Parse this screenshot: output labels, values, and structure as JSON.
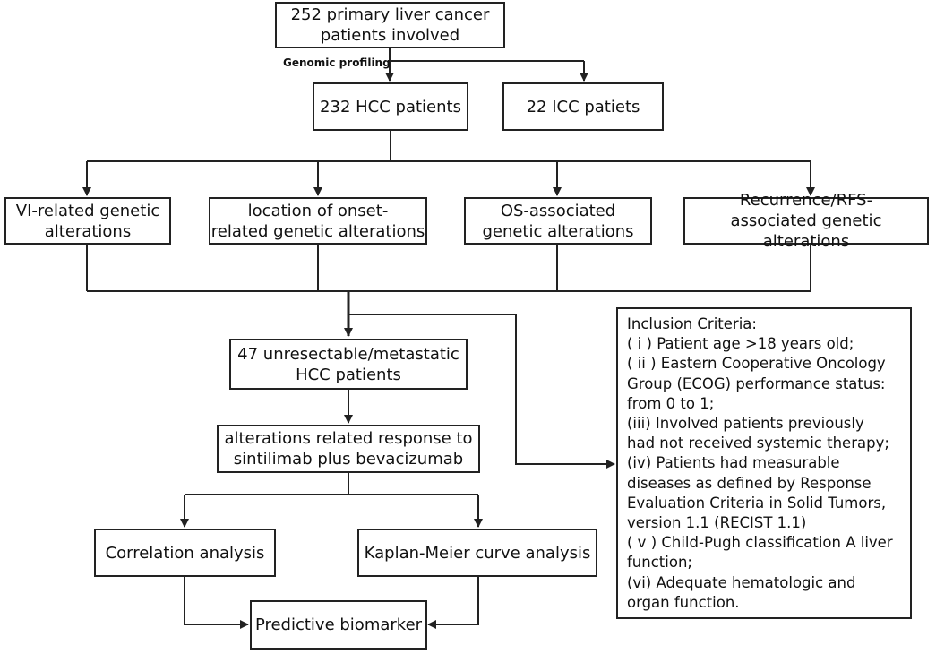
{
  "nodes": {
    "primary": [
      "252 primary liver cancer",
      "patients involved"
    ],
    "hcc": [
      "232 HCC patients"
    ],
    "icc": [
      "22 ICC patiets"
    ],
    "vi": [
      "VI-related genetic",
      "alterations"
    ],
    "location": [
      "location of onset-",
      "related genetic alterations"
    ],
    "os": [
      "OS-associated",
      "genetic alterations"
    ],
    "rfs": [
      "Recurrence/RFS-",
      "associated genetic alterations"
    ],
    "unresectable": [
      "47 unresectable/metastatic",
      "HCC patients"
    ],
    "response": [
      "alterations related response to",
      "sintilimab plus bevacizumab"
    ],
    "correlation": [
      "Correlation analysis"
    ],
    "kaplan": [
      "Kaplan-Meier curve analysis"
    ],
    "biomarker": [
      "Predictive biomarker"
    ]
  },
  "edge_label": "Genomic profiling",
  "criteria": {
    "lines": [
      "Inclusion Criteria:",
      "( i ) Patient age >18 years old;",
      "( ii ) Eastern Cooperative Oncology",
      "Group (ECOG) performance status:",
      "from 0 to 1;",
      "(iii) Involved patients previously",
      "had not received systemic therapy;",
      "(iv) Patients had measurable",
      "diseases as defined by Response",
      "Evaluation Criteria in Solid Tumors,",
      "version 1.1 (RECIST 1.1)",
      "( v ) Child-Pugh classification A liver",
      "function;",
      "(vi) Adequate hematologic and",
      "organ function."
    ]
  }
}
